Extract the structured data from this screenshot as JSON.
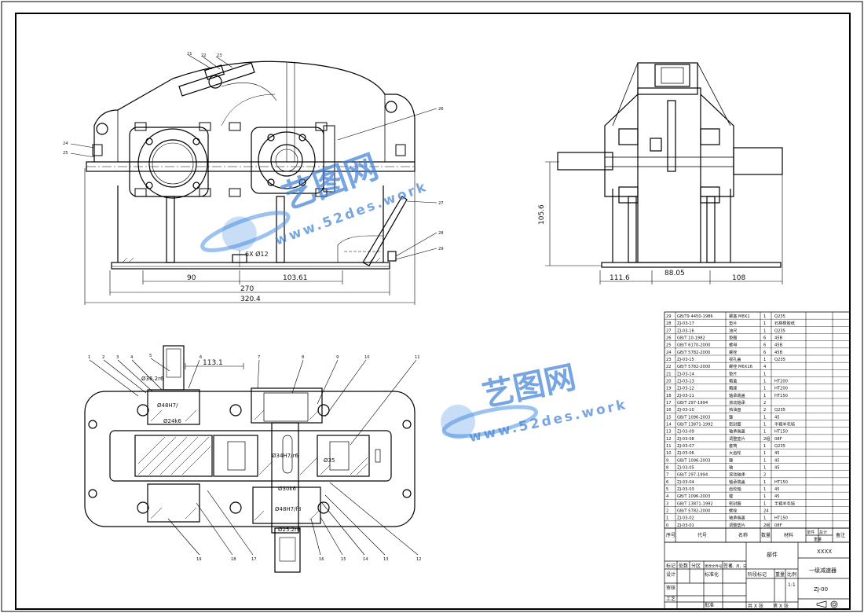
{
  "front_view": {
    "dims": {
      "d1": "90",
      "d2": "103.61",
      "d3": "270",
      "d4": "320.4"
    },
    "bore_label": "6X Ø12",
    "balloons": [
      "21",
      "22",
      "23",
      "24",
      "25",
      "26",
      "27",
      "28",
      "29"
    ]
  },
  "side_view": {
    "dims": {
      "h1": "105.6",
      "w1": "111.6",
      "w2": "88.05",
      "w3": "108"
    }
  },
  "top_view": {
    "dims": {
      "a": "113.1"
    },
    "fits": [
      "Ø36.2r6",
      "Ø48H7/",
      "Ø24k6",
      "Ø34H7/r6",
      "Ø35",
      "Ø30k6",
      "Ø48H7/f8",
      "Ø25.2r6"
    ],
    "balloons_top": [
      "1",
      "2",
      "3",
      "4",
      "5",
      "6",
      "7",
      "8",
      "9",
      "10",
      "11"
    ],
    "balloons_bottom": [
      "19",
      "18",
      "17",
      "16",
      "15",
      "14",
      "13",
      "12"
    ]
  },
  "watermark": {
    "brand": "艺图网",
    "url": "www.52des.work"
  },
  "bom": [
    {
      "no": "29",
      "code": "GB/T9 4450-1986",
      "name": "螺塞",
      "spec": "M8X1",
      "qty": "1",
      "mat": "Q235",
      "note": ""
    },
    {
      "no": "28",
      "code": "ZJ-03-17",
      "name": "垫片",
      "spec": "",
      "qty": "1",
      "mat": "石棉橡胶纸",
      "note": ""
    },
    {
      "no": "27",
      "code": "ZJ-03-16",
      "name": "油尺",
      "spec": "",
      "qty": "1",
      "mat": "Q235",
      "note": ""
    },
    {
      "no": "26",
      "code": "GB/T 10-1982",
      "name": "垫圈",
      "spec": "",
      "qty": "6",
      "mat": "45B",
      "note": ""
    },
    {
      "no": "25",
      "code": "GB/T 6170-2000",
      "name": "螺母",
      "spec": "",
      "qty": "6",
      "mat": "45B",
      "note": ""
    },
    {
      "no": "24",
      "code": "GB/T 5782-2000",
      "name": "螺栓",
      "spec": "",
      "qty": "6",
      "mat": "45B",
      "note": ""
    },
    {
      "no": "23",
      "code": "ZJ-03-15",
      "name": "视孔盖",
      "spec": "",
      "qty": "1",
      "mat": "Q235",
      "note": ""
    },
    {
      "no": "22",
      "code": "GB/T 5782-2000",
      "name": "螺栓",
      "spec": "M6X16",
      "qty": "4",
      "mat": "",
      "note": ""
    },
    {
      "no": "21",
      "code": "ZJ-03-14",
      "name": "垫片",
      "spec": "",
      "qty": "1",
      "mat": "",
      "note": ""
    },
    {
      "no": "20",
      "code": "ZJ-03-13",
      "name": "箱盖",
      "spec": "",
      "qty": "1",
      "mat": "HT200",
      "note": ""
    },
    {
      "no": "19",
      "code": "ZJ-03-12",
      "name": "箱座",
      "spec": "",
      "qty": "1",
      "mat": "HT200",
      "note": ""
    },
    {
      "no": "18",
      "code": "ZJ-03-11",
      "name": "轴承端盖",
      "spec": "",
      "qty": "1",
      "mat": "HT150",
      "note": ""
    },
    {
      "no": "17",
      "code": "GB/T 297-1994",
      "name": "滚动轴承",
      "spec": "",
      "qty": "2",
      "mat": "",
      "note": ""
    },
    {
      "no": "16",
      "code": "ZJ-03-10",
      "name": "挡油盘",
      "spec": "",
      "qty": "2",
      "mat": "Q235",
      "note": ""
    },
    {
      "no": "15",
      "code": "GB/T 1096-2003",
      "name": "键",
      "spec": "",
      "qty": "1",
      "mat": "45",
      "note": ""
    },
    {
      "no": "14",
      "code": "GB/T 13871-1992",
      "name": "密封圈",
      "spec": "",
      "qty": "1",
      "mat": "半粗羊毛毡",
      "note": ""
    },
    {
      "no": "13",
      "code": "ZJ-03-09",
      "name": "轴承端盖",
      "spec": "",
      "qty": "1",
      "mat": "HT150",
      "note": ""
    },
    {
      "no": "12",
      "code": "ZJ-03-08",
      "name": "调整垫片",
      "spec": "",
      "qty": "2组",
      "mat": "08F",
      "note": ""
    },
    {
      "no": "11",
      "code": "ZJ-03-07",
      "name": "套筒",
      "spec": "",
      "qty": "1",
      "mat": "Q235",
      "note": ""
    },
    {
      "no": "10",
      "code": "ZJ-03-06",
      "name": "大齿轮",
      "spec": "",
      "qty": "1",
      "mat": "45",
      "note": ""
    },
    {
      "no": "9",
      "code": "GB/T 1096-2003",
      "name": "键",
      "spec": "",
      "qty": "1",
      "mat": "45",
      "note": ""
    },
    {
      "no": "8",
      "code": "ZJ-03-05",
      "name": "轴",
      "spec": "",
      "qty": "1",
      "mat": "45",
      "note": ""
    },
    {
      "no": "7",
      "code": "GB/T 297-1994",
      "name": "滚动轴承",
      "spec": "",
      "qty": "2",
      "mat": "",
      "note": ""
    },
    {
      "no": "6",
      "code": "ZJ-03-04",
      "name": "轴承端盖",
      "spec": "",
      "qty": "1",
      "mat": "HT150",
      "note": ""
    },
    {
      "no": "5",
      "code": "ZJ-03-03",
      "name": "齿轮轴",
      "spec": "",
      "qty": "1",
      "mat": "45",
      "note": ""
    },
    {
      "no": "4",
      "code": "GB/T 1096-2003",
      "name": "键",
      "spec": "",
      "qty": "1",
      "mat": "45",
      "note": ""
    },
    {
      "no": "3",
      "code": "GB/T 13871-1992",
      "name": "密封圈",
      "spec": "",
      "qty": "1",
      "mat": "半粗羊毛毡",
      "note": ""
    },
    {
      "no": "2",
      "code": "GB/T 5782-2000",
      "name": "螺栓",
      "spec": "",
      "qty": "24",
      "mat": "",
      "note": ""
    },
    {
      "no": "1",
      "code": "ZJ-03-02",
      "name": "轴承端盖",
      "spec": "",
      "qty": "1",
      "mat": "HT150",
      "note": ""
    },
    {
      "no": "0",
      "code": "ZJ-03-01",
      "name": "调整垫片",
      "spec": "",
      "qty": "2组",
      "mat": "08F",
      "note": ""
    }
  ],
  "bom_header": {
    "no": "序号",
    "code": "代号",
    "name": "名称",
    "qty": "数量",
    "mat": "材料",
    "weight_single": "单件",
    "weight_total": "总计",
    "weight": "重量",
    "note": "备注"
  },
  "title_block": {
    "product": "一级减速器",
    "drawing_no": "ZJ-00",
    "company": "XXXX",
    "kind": "部件",
    "labels": {
      "mark": "标记",
      "count": "处数",
      "zone": "分区",
      "change_no": "更改文件号",
      "sign": "签名",
      "date": "年、月、日",
      "design": "设计",
      "standard": "标准化",
      "stage": "阶段标记",
      "weight": "重量",
      "scale": "比例",
      "scale_value": "1:1",
      "review": "审核",
      "process": "工艺",
      "approve": "批准",
      "sheets": "共 X 张",
      "sheet": "第 X 张"
    }
  }
}
